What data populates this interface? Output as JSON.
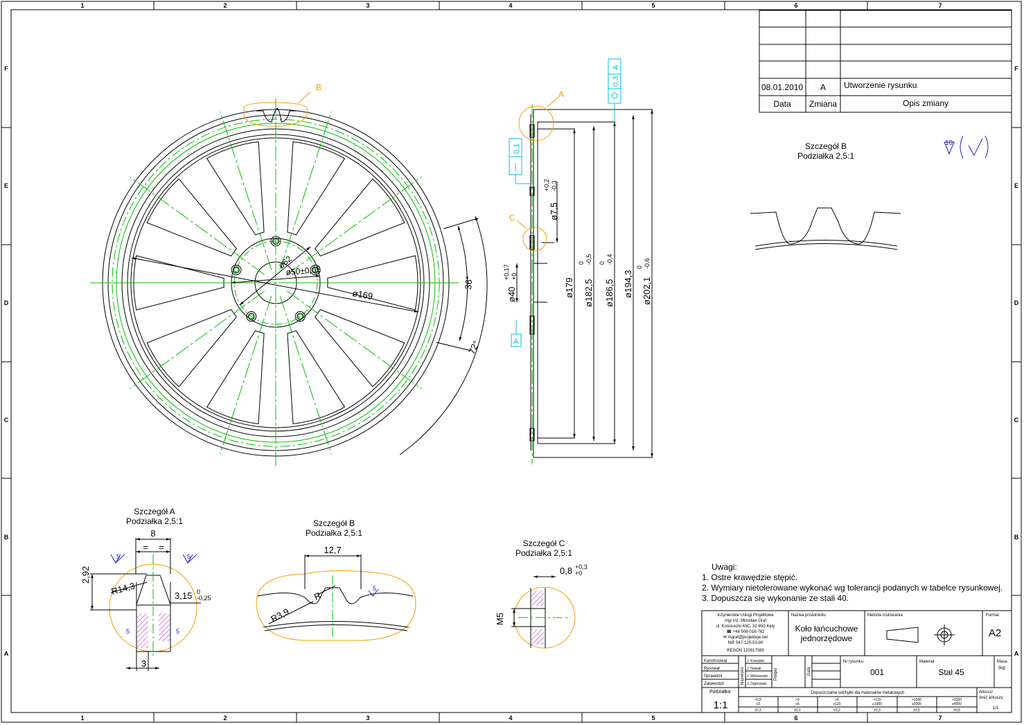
{
  "frame": {
    "columns": [
      "1",
      "2",
      "3",
      "4",
      "5",
      "6",
      "7"
    ],
    "rows": [
      "F",
      "E",
      "D",
      "C",
      "B",
      "A"
    ]
  },
  "revision_table": {
    "rows": [
      {
        "date": "08.01.2010",
        "change": "A",
        "description": "Utworzenie rysunku"
      }
    ],
    "headers": {
      "date": "Data",
      "change": "Zmiana",
      "description": "Opis zmiany"
    }
  },
  "main_view": {
    "diameters": {
      "d62": "ø62",
      "d50": "ø50±0,05",
      "d169": "ø169"
    },
    "angles": {
      "a36": "36°",
      "a72": "72°"
    },
    "detail_marker_B": "B"
  },
  "side_view": {
    "detail_marker_A": "A",
    "detail_marker_C": "C",
    "datum": "A",
    "flatness": "0,1",
    "runout": "0,3",
    "runout_datum": "A",
    "dims": {
      "d75": "ø7,5",
      "d75_tol_upper": "+0,2",
      "d75_tol_lower": "-0,3",
      "d40": "ø40",
      "d40_tol_upper": "+0,17",
      "d40_tol_lower": "+0",
      "d179": "ø179",
      "d1825": "ø182,5",
      "d1825_tol_upper": "0",
      "d1825_tol_lower": "-0,5",
      "d1865": "ø186,5",
      "d1865_tol_upper": "0",
      "d1865_tol_lower": "-0,4",
      "d1943": "ø194,3",
      "d2021": "ø202,1",
      "d2021_tol_upper": "0",
      "d2021_tol_lower": "-0,6"
    }
  },
  "detail_b_top": {
    "title": "Szczegół B",
    "scale": "Podziałka 2,5:1"
  },
  "surface_symbol": {
    "value": "10"
  },
  "detail_a": {
    "title": "Szczegół A",
    "scale": "Podziałka 2,5:1",
    "w8": "8",
    "h292": "2,92",
    "r143": "R14,3",
    "d315": "3,15",
    "d315_tol_upper": "0",
    "d315_tol_lower": "-0,25",
    "w3": "3",
    "eq": "=",
    "rough": "5",
    "rough_small": "5"
  },
  "detail_b": {
    "title": "Szczegół B",
    "scale": "Podziałka 2,5:1",
    "w127": "12,7",
    "r": "R",
    "r39": "R3,9",
    "rough": "5"
  },
  "detail_c": {
    "title": "Szczegół C",
    "scale": "Podziałka 2,5:1",
    "w08": "0,8",
    "tol_upper": "+0,3",
    "tol_lower": "+0",
    "m5": "M5"
  },
  "notes": {
    "heading": "Uwagi:",
    "items": [
      "1. Ostre krawędzie stępić.",
      "2. Wymiary nietolerowane wykonać wg tolerancji podanych w tabelce rysunkowej.",
      "3. Dopuszcza się wykonanie ze stali 40."
    ]
  },
  "title_block": {
    "company": [
      "Inżynierskie Usługi Projektowe",
      "mgr inż. Mirosław Graf",
      "ul. Kościuszki 63C, 32-650 Kęty",
      "☎ +48 508-016-762",
      "✉ mgraf@projektuje.net",
      "NIP 547-125-53-90",
      "REGON 120917085"
    ],
    "name_label": "Nazwa przedmiotu",
    "name": "Koło łańcuchowe jednorzędowe",
    "projection_label": "Metoda rzutowania",
    "format_label": "Format",
    "format": "A2",
    "roles": [
      "Konstruował",
      "Rysował",
      "Sprawdził",
      "Zatwierdził"
    ],
    "names": [
      "J. Kowalski",
      "J. Nowak",
      "J. Wiśniewski",
      "J. Dąbrowski"
    ],
    "nazwisko_label": "Nazwisko",
    "podpis_label": "Podpis",
    "data_label": "Data",
    "drawing_no_label": "Nr rysunku",
    "drawing_no": "001",
    "material_label": "Materiał",
    "material": "Stal 45",
    "mass_label": "Masa",
    "mass_unit": "(kg)",
    "scale_label": "Podziałka",
    "scale": "1:1",
    "tolerances_label": "Dopuszczalne odchyłki dla materiałów metalowych",
    "tol_ranges": [
      [
        ">0,5",
        "≤3"
      ],
      [
        ">3",
        "≤6"
      ],
      [
        ">6",
        "≤120"
      ],
      [
        ">120",
        "≤1000"
      ],
      [
        ">1000",
        "≤2000"
      ],
      [
        ">2000",
        "≤4000"
      ]
    ],
    "tol_values": [
      "±0,1",
      "±0,1",
      "±0,2",
      "±0,3",
      "±0,5",
      "±0,8"
    ],
    "sheet_label": "Arkusz/ Ilość arkuszy",
    "sheet": "1/1"
  }
}
